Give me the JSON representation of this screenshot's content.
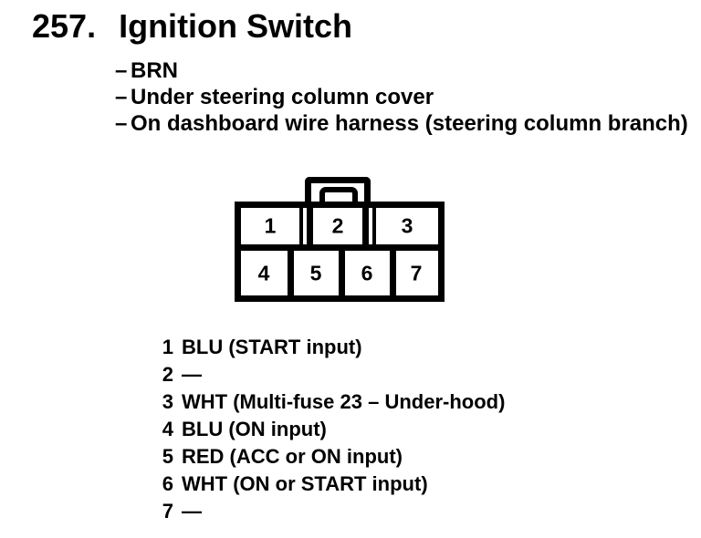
{
  "header": {
    "number": "257.",
    "title": "Ignition Switch"
  },
  "bullet": "–",
  "details": [
    "BRN",
    "Under steering column cover",
    "On dashboard wire harness (steering column branch)"
  ],
  "connector": {
    "pins": [
      "1",
      "2",
      "3",
      "4",
      "5",
      "6",
      "7"
    ]
  },
  "pin_list": [
    {
      "pin": "1",
      "desc": "BLU (START input)"
    },
    {
      "pin": "2",
      "desc": "—"
    },
    {
      "pin": "3",
      "desc": "WHT (Multi-fuse 23 – Under-hood)"
    },
    {
      "pin": "4",
      "desc": "BLU (ON input)"
    },
    {
      "pin": "5",
      "desc": "RED (ACC or ON input)"
    },
    {
      "pin": "6",
      "desc": "WHT (ON or START input)"
    },
    {
      "pin": "7",
      "desc": "—"
    }
  ],
  "colors": {
    "ink": "#000000",
    "paper": "#ffffff"
  }
}
